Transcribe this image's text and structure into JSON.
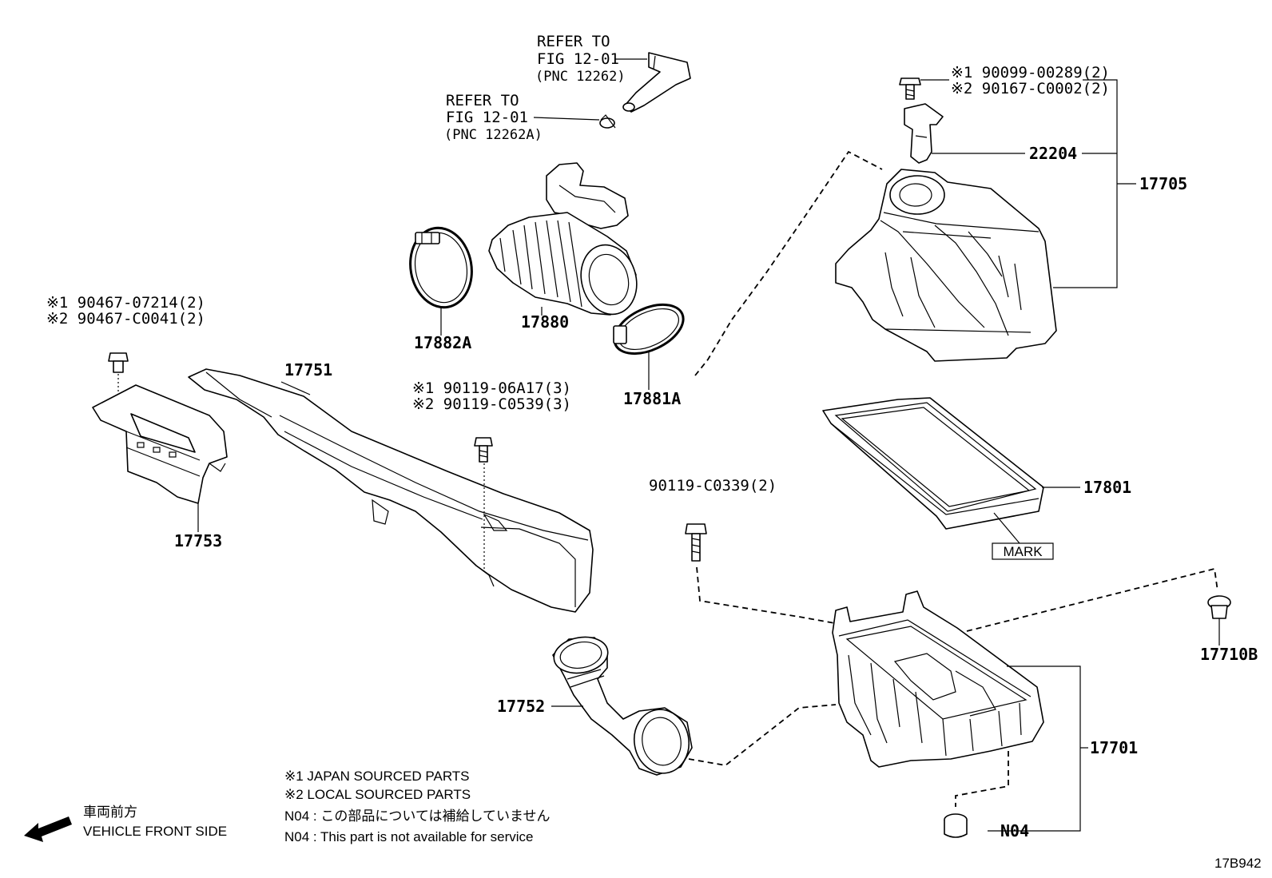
{
  "refs": {
    "top": [
      "REFER TO",
      "FIG 12-01",
      "(PNC 12262)"
    ],
    "mid": [
      "REFER TO",
      "FIG 12-01",
      "(PNC 12262A)"
    ]
  },
  "fasteners": {
    "f90099": [
      "※1 90099-00289(2)",
      "※2 90167-C0002(2)"
    ],
    "f90467": [
      "※1 90467-07214(2)",
      "※2 90467-C0041(2)"
    ],
    "f90119a": [
      "※1 90119-06A17(3)",
      "※2 90119-C0539(3)"
    ],
    "f90119b": "90119-C0339(2)"
  },
  "part_numbers": {
    "p22204": "22204",
    "p17705": "17705",
    "p17880": "17880",
    "p17882A": "17882A",
    "p17881A": "17881A",
    "p17751": "17751",
    "p17753": "17753",
    "p17801": "17801",
    "p17710B": "17710B",
    "p17752": "17752",
    "p17701": "17701",
    "pN04": "N04"
  },
  "mark_label": "MARK",
  "notes": [
    "※1 JAPAN SOURCED PARTS",
    "※2 LOCAL SOURCED PARTS",
    "N04 : この部品については補給していません",
    "N04 : This part is not available for service"
  ],
  "direction": [
    "車両前方",
    "VEHICLE FRONT SIDE"
  ],
  "figure_code": "17B942"
}
